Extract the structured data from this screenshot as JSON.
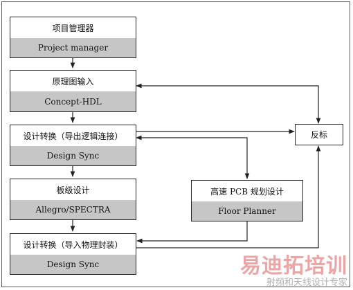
{
  "boxes": {
    "project_manager": {
      "cn": "项目管理器",
      "en": "Project manager"
    },
    "schematic_entry": {
      "cn": "原理图输入",
      "en": "Concept-HDL"
    },
    "design_sync_1": {
      "cn": "设计转换（导出逻辑连接）",
      "en": "Design Sync"
    },
    "board_design": {
      "cn": "板级设计",
      "en": "Allegro/SPECTRA"
    },
    "highspeed_planning": {
      "cn": "高速 PCB 规划设计",
      "en": "Floor Planner"
    },
    "design_sync_2": {
      "cn": "设计转换（导入物理封装）",
      "en": "Design Sync"
    },
    "back_annotation": {
      "label": "反标"
    }
  },
  "watermark": {
    "main": "易迪拓培训",
    "sub": "射频和天线设计专家"
  },
  "colors": {
    "lower_fill": "#c6c6c6",
    "line": "#222222",
    "watermark": "#e8a6a6"
  }
}
